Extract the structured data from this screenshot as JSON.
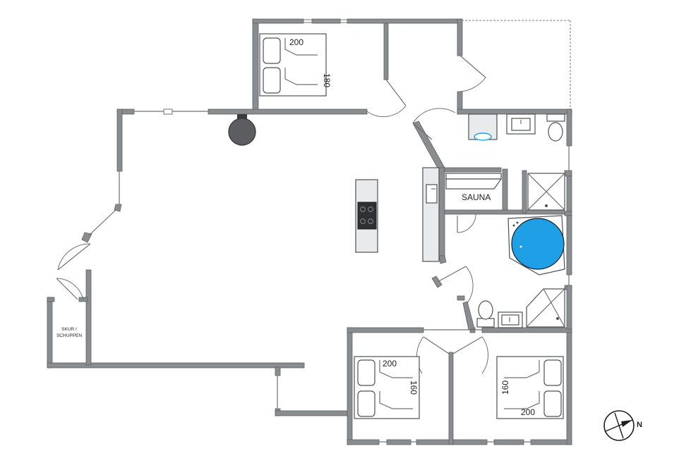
{
  "labels": {
    "sauna": "SAUNA",
    "shed_line1": "SKUR /",
    "shed_line2": "SCHUPPEN",
    "compass_n": "N"
  },
  "beds": [
    {
      "id": "bed-top",
      "length": "200",
      "width": "180"
    },
    {
      "id": "bed-bottom-left",
      "length": "200",
      "width": "160"
    },
    {
      "id": "bed-bottom-right",
      "length": "200",
      "width": "160"
    }
  ],
  "colors": {
    "wall": "#8a8d90",
    "whirlpool": "#1e9fe6",
    "background": "#ffffff",
    "stove": "#3a3b3d"
  }
}
